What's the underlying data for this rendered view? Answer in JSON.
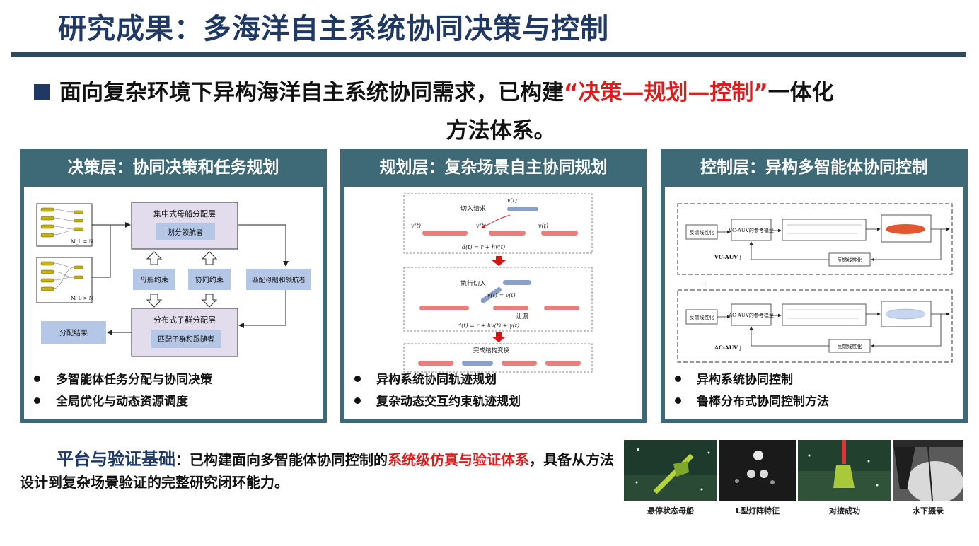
{
  "slide": {
    "title": "研究成果：多海洋自主系统协同决策与控制",
    "headline": {
      "prefix": "面向复杂环境下异构海洋自主系统协同需求，已构建",
      "highlight": "“决策—规划—控制”",
      "suffix": "一体化",
      "line2": "方法体系。"
    }
  },
  "panels": [
    {
      "title": "决策层：协同决策和任务规划",
      "bullets": [
        "多智能体任务分配与协同决策",
        "全局优化与动态资源调度"
      ],
      "diagram": {
        "top_box": "集中式母船分配层",
        "top_inner": "划分领航者",
        "bottom_box": "分布式子群分配层",
        "bottom_inner": "匹配子群和跟随者",
        "left_constraint": "母船约束",
        "mid_constraint": "协同约束",
        "right_box": "匹配母船和领航者",
        "result": "分配结果",
        "cluster1_label": "M_L = N",
        "cluster2_label": "M_L > N"
      }
    },
    {
      "title": "规划层：复杂场景自主协同规划",
      "bullets": [
        "异构系统协同轨迹规划",
        "复杂动态交互约束轨迹规划"
      ],
      "diagram": {
        "s1_label": "切入请求",
        "s1_eq": "d(t) = r + hv(t)",
        "s2_label": "执行切入",
        "s2_eq": "d(t) = r + hv(t) + γ(t)",
        "s2_yield": "让渡",
        "s2_rel": "v(t) = v(t)",
        "s3_label": "完成结构变换",
        "vel": "v(t)"
      }
    },
    {
      "title": "控制层：异构多智能体协同控制",
      "bullets": [
        "异构系统协同控制",
        "鲁棒分布式协同控制方法"
      ],
      "diagram": {
        "fb_lin": "反馈线性化",
        "vc_model": "VC-AUV的参考模型",
        "vc_label": "VC-AUV j",
        "ac_model": "AC-AUV的参考模型",
        "ac_label": "AC-AUV j",
        "dots": "⋮"
      }
    }
  ],
  "bottom": {
    "lead": "平台与验证基础",
    "colon": "：",
    "text1": "已构建面向多智能体协同控制的",
    "highlight": "系统级仿真与验证体系",
    "text2": "，具备从方法设计到复杂场景验证的完整研究闭环能力。"
  },
  "photos": [
    {
      "caption": "悬停状态母船"
    },
    {
      "caption": "L型灯阵特征"
    },
    {
      "caption": "对接成功"
    },
    {
      "caption": "水下摄录"
    }
  ],
  "colors": {
    "accent": "#1f3864",
    "panel": "#3e6a78",
    "highlight": "#e01b1b"
  }
}
